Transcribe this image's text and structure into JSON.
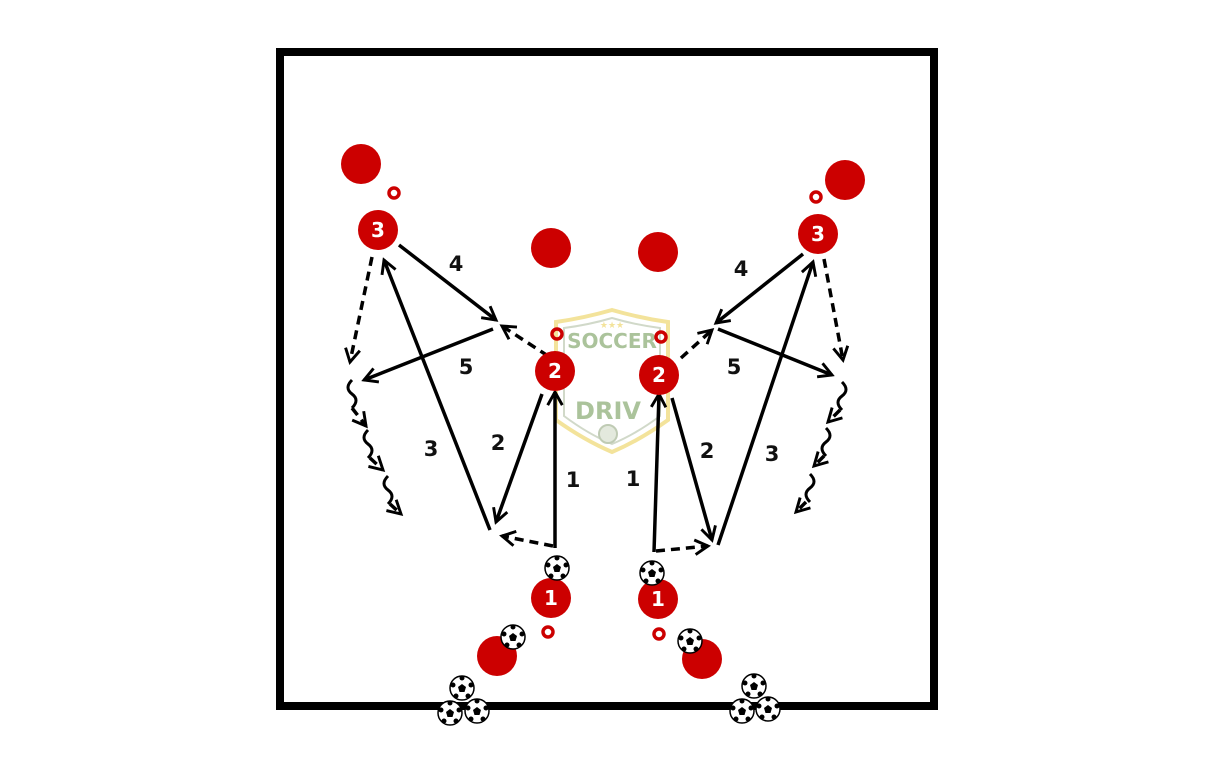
{
  "diagram": {
    "colors": {
      "player": "#cc0000",
      "field_line": "#000000",
      "logo_gold": "#f2df8a",
      "logo_green": "#9db98a"
    },
    "logo": {
      "line1": "SOCCER",
      "line2": "DRIV"
    },
    "players": {
      "p1": "1",
      "p2": "2",
      "p3": "3"
    },
    "step_labels": {
      "s1": "1",
      "s2": "2",
      "s3": "3",
      "s4": "4",
      "s5": "5"
    }
  }
}
